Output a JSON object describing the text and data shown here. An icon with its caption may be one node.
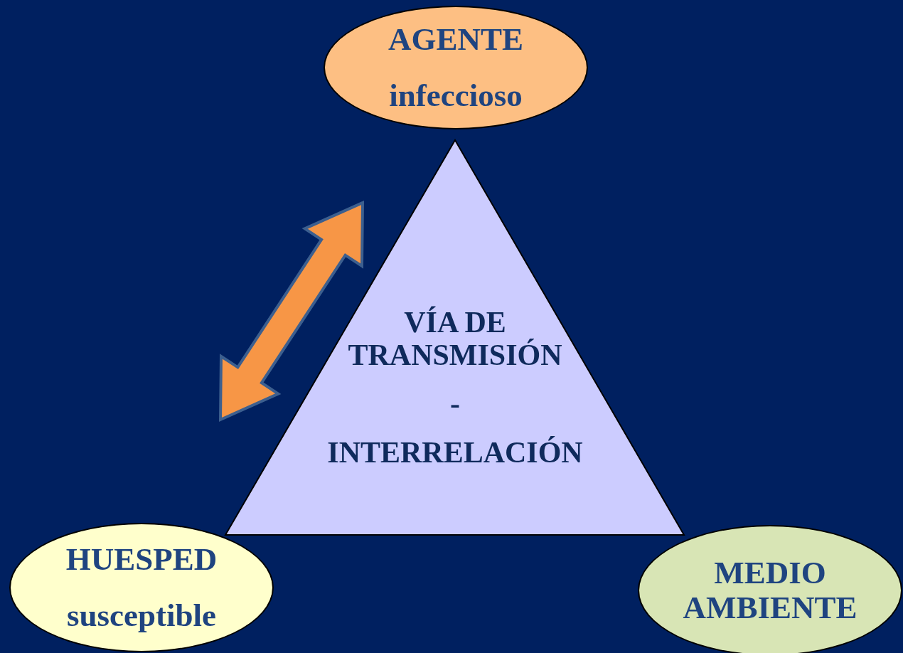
{
  "diagram": {
    "nodes": [
      {
        "text": [
          "AGENTE",
          "infeccioso"
        ]
      },
      {
        "text": [
          "VÍA DE TRANSMISIÓN",
          "-",
          "INTERRELACIÓN"
        ]
      },
      {
        "text": [
          "HUESPED",
          "susceptible"
        ]
      },
      {
        "text": [
          "MEDIO AMBIENTE"
        ]
      }
    ],
    "edges": [
      {
        "from": 2,
        "to": 0,
        "arrow": "both",
        "style": "thick",
        "color": "#f79646"
      }
    ]
  }
}
